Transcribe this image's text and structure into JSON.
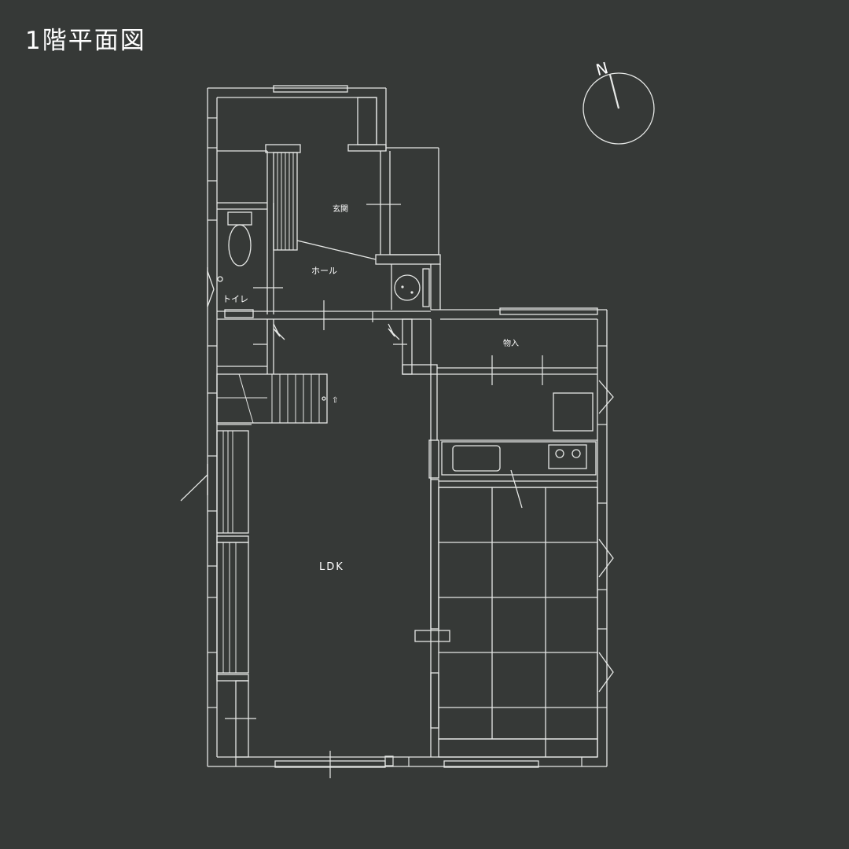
{
  "title": "1階平面図",
  "compass": {
    "label": "N"
  },
  "rooms": {
    "genkan": "玄関",
    "hall": "ホール",
    "toilet": "トイレ",
    "storage": "物入",
    "ldk": "LDK"
  }
}
